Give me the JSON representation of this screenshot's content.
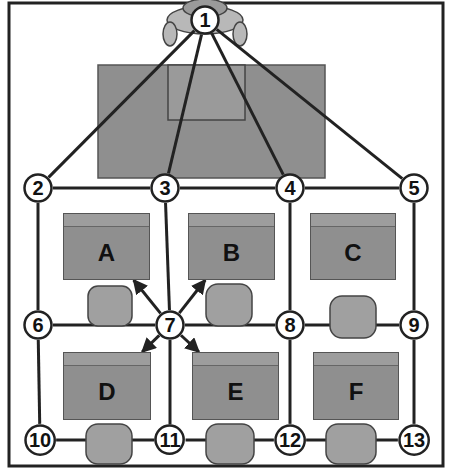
{
  "diagram": {
    "nodes": [
      {
        "text": [
          "1"
        ]
      },
      {
        "text": [
          "2"
        ]
      },
      {
        "text": [
          "3"
        ]
      },
      {
        "text": [
          "4"
        ]
      },
      {
        "text": [
          "5"
        ]
      },
      {
        "text": [
          "A"
        ]
      },
      {
        "text": [
          "B"
        ]
      },
      {
        "text": [
          "C"
        ]
      },
      {
        "text": [
          "6"
        ]
      },
      {
        "text": [
          "7"
        ]
      },
      {
        "text": [
          "8"
        ]
      },
      {
        "text": [
          "9"
        ]
      },
      {
        "text": [
          "D"
        ]
      },
      {
        "text": [
          "E"
        ]
      },
      {
        "text": [
          "F"
        ]
      },
      {
        "text": [
          "10"
        ]
      },
      {
        "text": [
          "11"
        ]
      },
      {
        "text": [
          "12"
        ]
      },
      {
        "text": [
          "13"
        ]
      }
    ],
    "edges": [
      {
        "from": 0,
        "to": 1,
        "arrow": "none"
      },
      {
        "from": 0,
        "to": 2,
        "arrow": "none"
      },
      {
        "from": 0,
        "to": 3,
        "arrow": "none"
      },
      {
        "from": 0,
        "to": 4,
        "arrow": "none"
      },
      {
        "from": 1,
        "to": 2,
        "arrow": "none"
      },
      {
        "from": 2,
        "to": 3,
        "arrow": "none"
      },
      {
        "from": 3,
        "to": 4,
        "arrow": "none"
      },
      {
        "from": 1,
        "to": 8,
        "arrow": "none"
      },
      {
        "from": 2,
        "to": 9,
        "arrow": "none"
      },
      {
        "from": 3,
        "to": 10,
        "arrow": "none"
      },
      {
        "from": 4,
        "to": 11,
        "arrow": "none"
      },
      {
        "from": 8,
        "to": 9,
        "arrow": "none"
      },
      {
        "from": 9,
        "to": 10,
        "arrow": "none"
      },
      {
        "from": 10,
        "to": 11,
        "arrow": "none"
      },
      {
        "from": 8,
        "to": 15,
        "arrow": "none"
      },
      {
        "from": 9,
        "to": 16,
        "arrow": "none"
      },
      {
        "from": 10,
        "to": 17,
        "arrow": "none"
      },
      {
        "from": 11,
        "to": 18,
        "arrow": "none"
      },
      {
        "from": 15,
        "to": 16,
        "arrow": "none"
      },
      {
        "from": 16,
        "to": 17,
        "arrow": "none"
      },
      {
        "from": 17,
        "to": 18,
        "arrow": "none"
      },
      {
        "from": 9,
        "to": 5,
        "arrow": "to"
      },
      {
        "from": 9,
        "to": 6,
        "arrow": "to"
      },
      {
        "from": 9,
        "to": 12,
        "arrow": "to"
      },
      {
        "from": 9,
        "to": 13,
        "arrow": "to"
      }
    ]
  }
}
